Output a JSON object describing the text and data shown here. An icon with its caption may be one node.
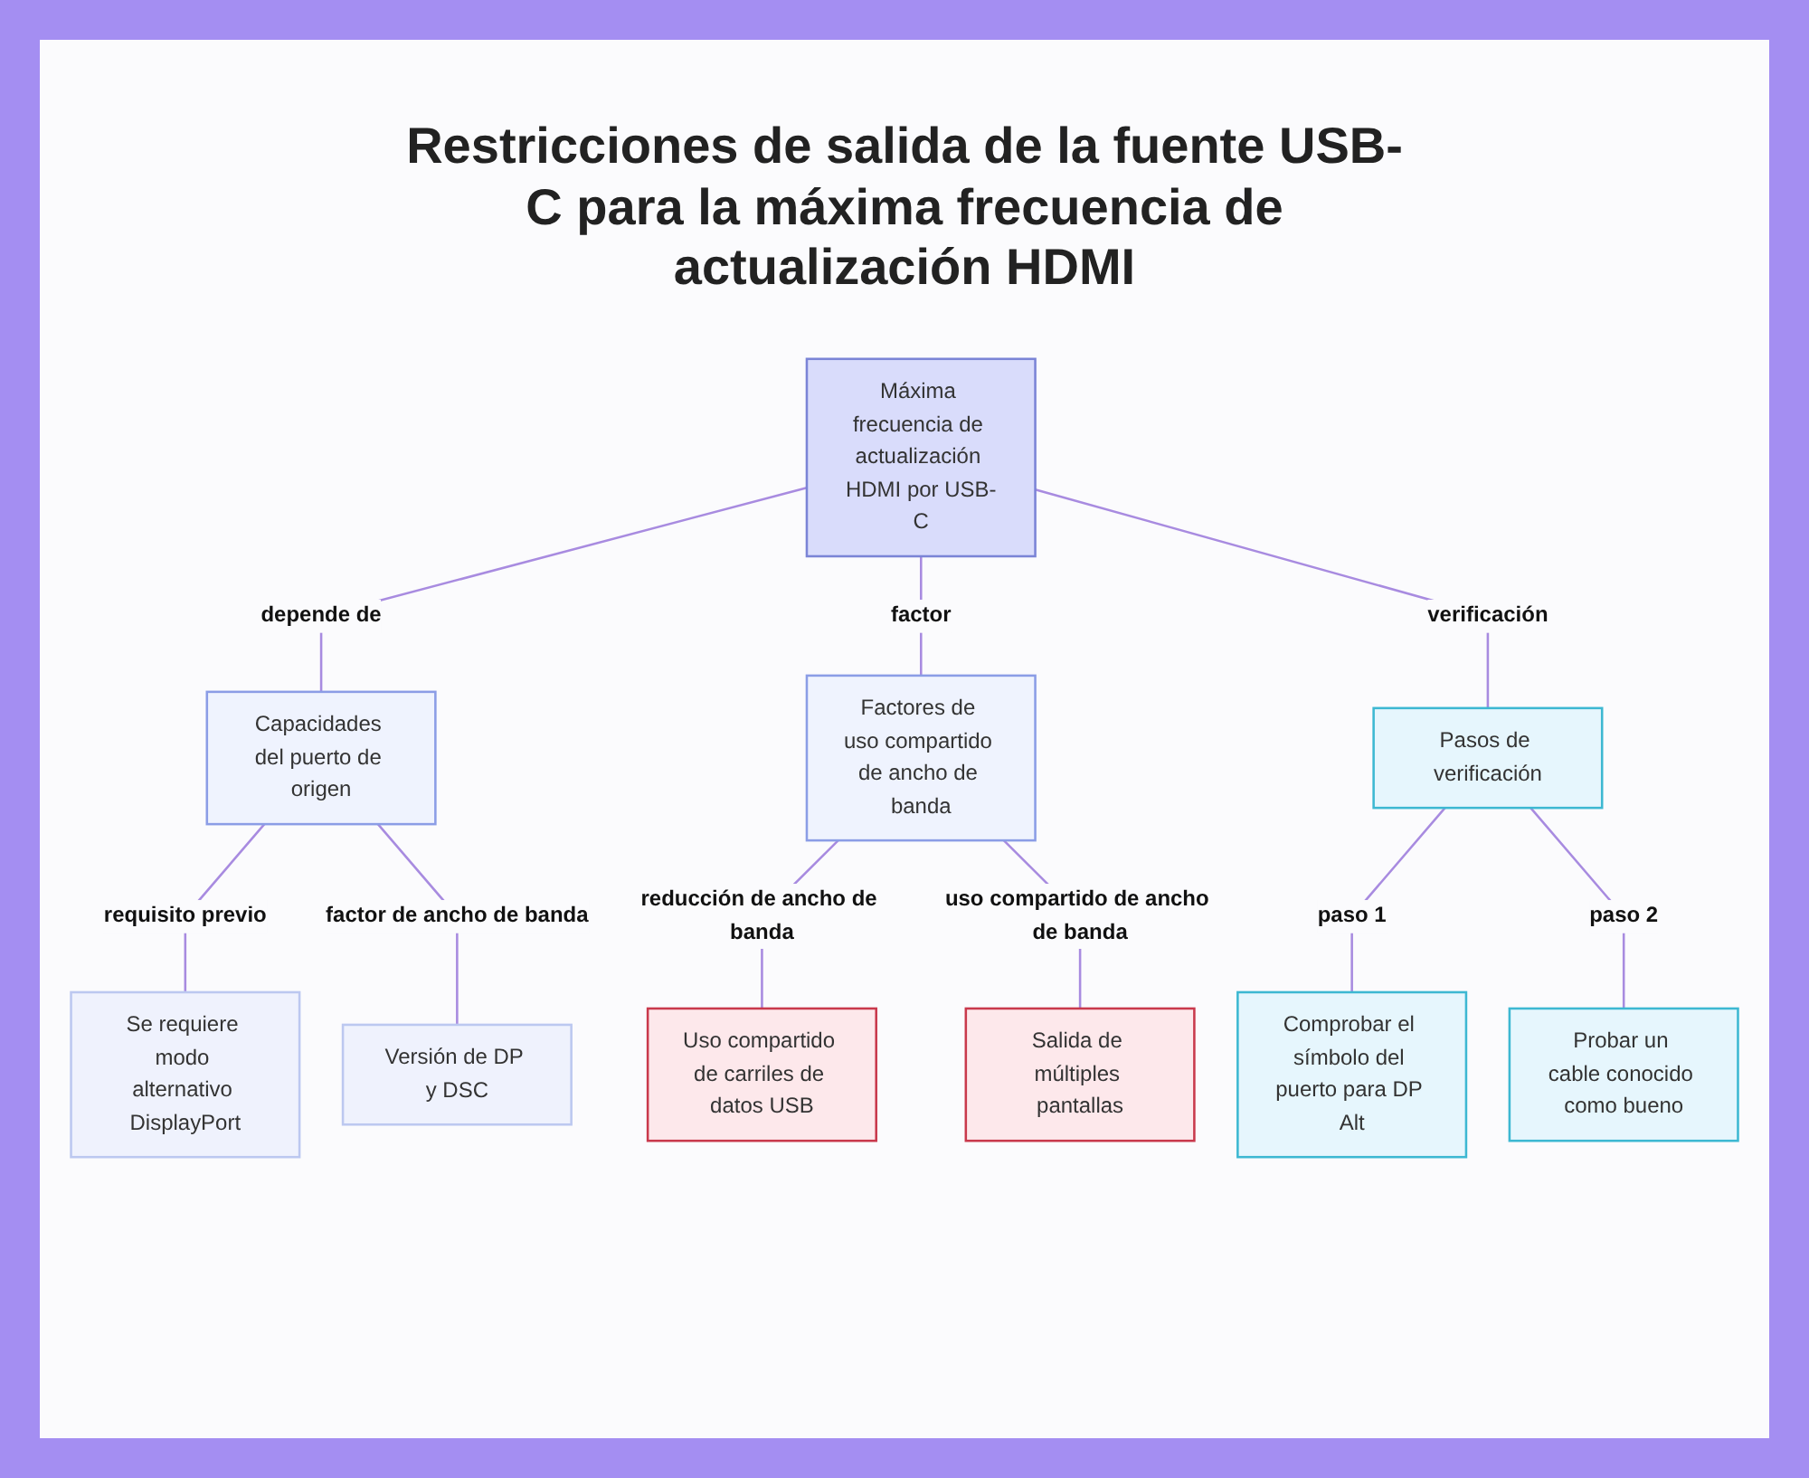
{
  "diagram": {
    "title": "Restricciones de salida de la fuente USB-C para la máxima frecuencia de actualización HDMI",
    "nodes": [
      {
        "text": [
          "Máxima frecuencia de actualización HDMI por USB-C"
        ]
      },
      {
        "text": [
          "Capacidades del puerto de origen"
        ]
      },
      {
        "text": [
          "Factores de uso compartido de ancho de banda"
        ]
      },
      {
        "text": [
          "Pasos de verificación"
        ]
      },
      {
        "text": [
          "Se requiere modo alternativo DisplayPort"
        ]
      },
      {
        "text": [
          "Versión de DP y DSC"
        ]
      },
      {
        "text": [
          "Uso compartido de carriles de datos USB"
        ]
      },
      {
        "text": [
          "Salida de múltiples pantallas"
        ]
      },
      {
        "text": [
          "Comprobar el símbolo del puerto para DP Alt"
        ]
      },
      {
        "text": [
          "Probar un cable conocido como bueno"
        ]
      }
    ],
    "edges": [
      {
        "from": 0,
        "to": 1,
        "arrow": "none",
        "label": "depende de"
      },
      {
        "from": 0,
        "to": 2,
        "arrow": "none",
        "label": "factor"
      },
      {
        "from": 0,
        "to": 3,
        "arrow": "none",
        "label": "verificación"
      },
      {
        "from": 1,
        "to": 4,
        "arrow": "none",
        "label": "requisito previo"
      },
      {
        "from": 1,
        "to": 5,
        "arrow": "none",
        "label": "factor de ancho de banda"
      },
      {
        "from": 2,
        "to": 6,
        "arrow": "none",
        "label": "reducción de ancho de banda"
      },
      {
        "from": 2,
        "to": 7,
        "arrow": "none",
        "label": "uso compartido de ancho de banda"
      },
      {
        "from": 3,
        "to": 8,
        "arrow": "none",
        "label": "paso 1"
      },
      {
        "from": 3,
        "to": 9,
        "arrow": "none",
        "label": "paso 2"
      }
    ]
  }
}
